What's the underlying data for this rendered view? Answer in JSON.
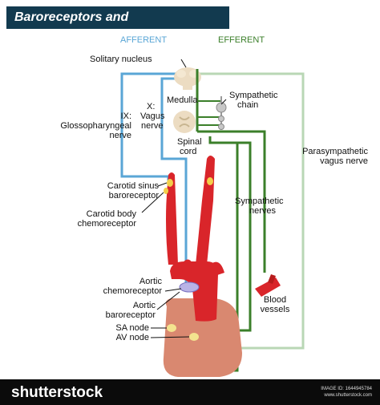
{
  "title": "Baroreceptors and chemoreceptors",
  "headers": {
    "afferent": "AFFERENT",
    "efferent": "EFFERENT"
  },
  "colors": {
    "afferent": "#5aa6d6",
    "efferent": "#3b7f2a",
    "parasympathetic": "#b9d7b5",
    "artery": "#d9252a",
    "heart": "#d98870",
    "title_bg": "#123a4f"
  },
  "labels": {
    "solitary_nucleus": "Solitary nucleus",
    "medulla": "Medulla",
    "sympathetic_chain_1": "Sympathetic",
    "sympathetic_chain_2": "chain",
    "vagus_1": "X:",
    "vagus_2": "Vagus",
    "vagus_3": "nerve",
    "glosso_1": "IX:",
    "glosso_2": "Glossopharyngeal",
    "glosso_3": "nerve",
    "spinal_cord_1": "Spinal",
    "spinal_cord_2": "cord",
    "parasympathetic_1": "Parasympathetic",
    "parasympathetic_2": "vagus nerve",
    "carotid_sinus_1": "Carotid sinus",
    "carotid_sinus_2": "baroreceptor",
    "carotid_body_1": "Carotid body",
    "carotid_body_2": "chemoreceptor",
    "sympathetic_nerves_1": "Sympathetic",
    "sympathetic_nerves_2": "nerves",
    "aortic_chemo_1": "Aortic",
    "aortic_chemo_2": "chemoreceptor",
    "aortic_baro_1": "Aortic",
    "aortic_baro_2": "baroreceptor",
    "blood_vessels_1": "Blood",
    "blood_vessels_2": "vessels",
    "sa_node": "SA node",
    "av_node": "AV node"
  },
  "footer": {
    "logo": "shutterstock",
    "id_line1": "IMAGE ID: 1644945784",
    "id_line2": "www.shutterstock.com"
  }
}
